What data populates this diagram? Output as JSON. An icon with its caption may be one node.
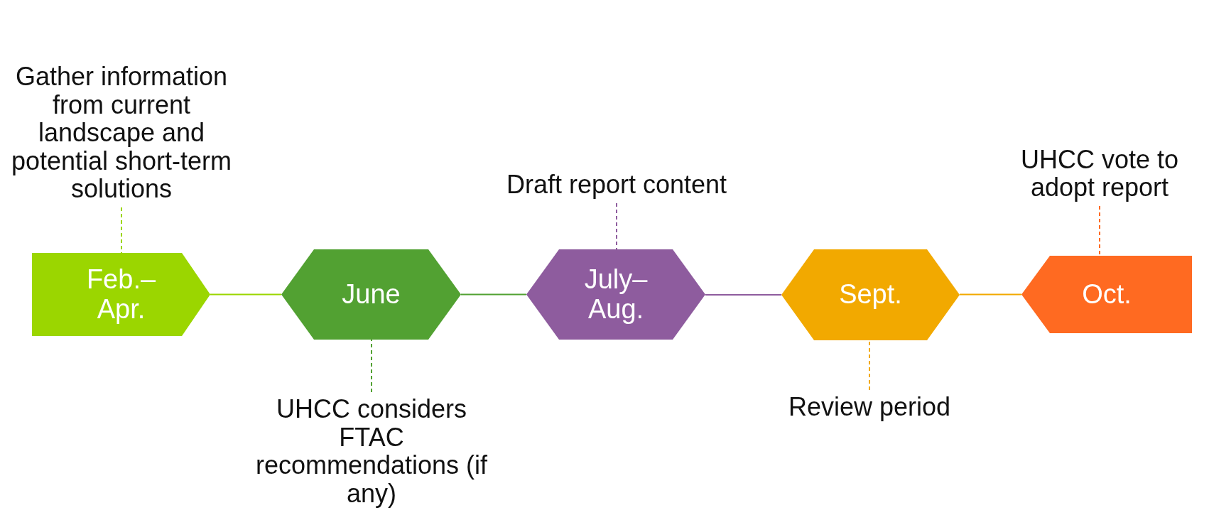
{
  "diagram": {
    "nodes": [
      {
        "text": [
          "Gather information from current landscape and potential short-term solutions"
        ]
      },
      {
        "text": [
          "Draft report content"
        ]
      },
      {
        "text": [
          "UHCC vote to adopt report"
        ]
      },
      {
        "text": [
          "Feb.– Apr."
        ]
      },
      {
        "text": [
          "June"
        ]
      },
      {
        "text": [
          "July– Aug."
        ]
      },
      {
        "text": [
          "Sept."
        ]
      },
      {
        "text": [
          "Oct."
        ]
      },
      {
        "text": [
          "UHCC considers FTAC recommendations (if any)"
        ]
      },
      {
        "text": [
          "Review period"
        ]
      }
    ],
    "edges": [
      {
        "from": 3,
        "to": 4,
        "arrow": "none",
        "color": "#9bd600"
      },
      {
        "from": 4,
        "to": 5,
        "arrow": "none",
        "color": "#52a132"
      },
      {
        "from": 5,
        "to": 6,
        "arrow": "none",
        "color": "#8e5c9e"
      },
      {
        "from": 6,
        "to": 7,
        "arrow": "none",
        "color": "#f2a900"
      },
      {
        "from": 0,
        "to": 3,
        "arrow": "none",
        "style": "dashed",
        "color": "#9bd600"
      },
      {
        "from": 1,
        "to": 5,
        "arrow": "none",
        "style": "dashed",
        "color": "#8e5c9e"
      },
      {
        "from": 2,
        "to": 7,
        "arrow": "none",
        "style": "dashed",
        "color": "#ff6a21"
      },
      {
        "from": 8,
        "to": 4,
        "arrow": "none",
        "style": "dashed",
        "color": "#52a132"
      },
      {
        "from": 9,
        "to": 6,
        "arrow": "none",
        "style": "dashed",
        "color": "#f2a900"
      }
    ]
  }
}
